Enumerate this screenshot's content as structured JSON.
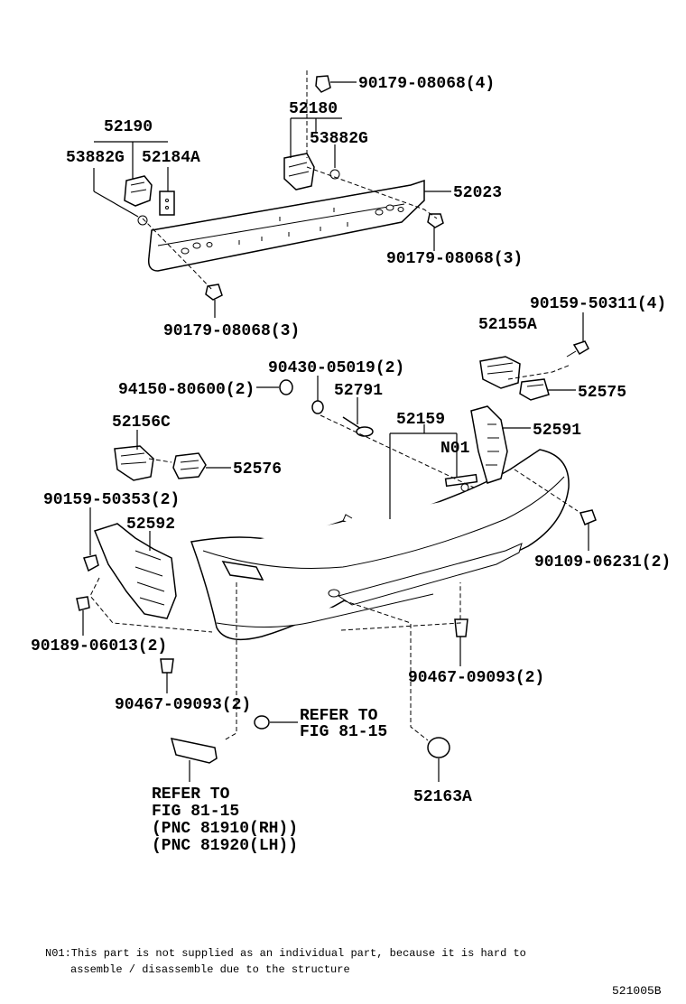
{
  "labels": {
    "bolt_top_4": "90179-08068(4)",
    "p52180": "52180",
    "p53882g_right": "53882G",
    "p52190": "52190",
    "p53882g_left": "53882G",
    "p52184a": "52184A",
    "p52023": "52023",
    "bolt_mid_3": "90179-08068(3)",
    "bolt_left_3": "90179-08068(3)",
    "p90159_50311": "90159-50311(4)",
    "p52155a": "52155A",
    "p52575": "52575",
    "p90430": "90430-05019(2)",
    "p94150": "94150-80600(2)",
    "p52791": "52791",
    "p52159": "52159",
    "p52591": "52591",
    "pN01": "N01",
    "p52156c": "52156C",
    "p52576": "52576",
    "p90159_50353": "90159-50353(2)",
    "p52592": "52592",
    "p90109": "90109-06231(2)",
    "p90189": "90189-06013(2)",
    "p90467_right": "90467-09093(2)",
    "p90467_left": "90467-09093(2)",
    "refer_right_1": "REFER TO",
    "refer_right_2": "FIG 81-15",
    "refer_left_1": "REFER TO",
    "refer_left_2": "FIG 81-15",
    "refer_left_3": "(PNC 81910(RH))",
    "refer_left_4": "(PNC 81920(LH))",
    "p52163a": "52163A"
  },
  "footnote": {
    "line1": "N01:This part is not supplied as an individual part, because it is hard to",
    "line2": "assemble / disassemble due to the structure"
  },
  "figure_code": "521005B"
}
